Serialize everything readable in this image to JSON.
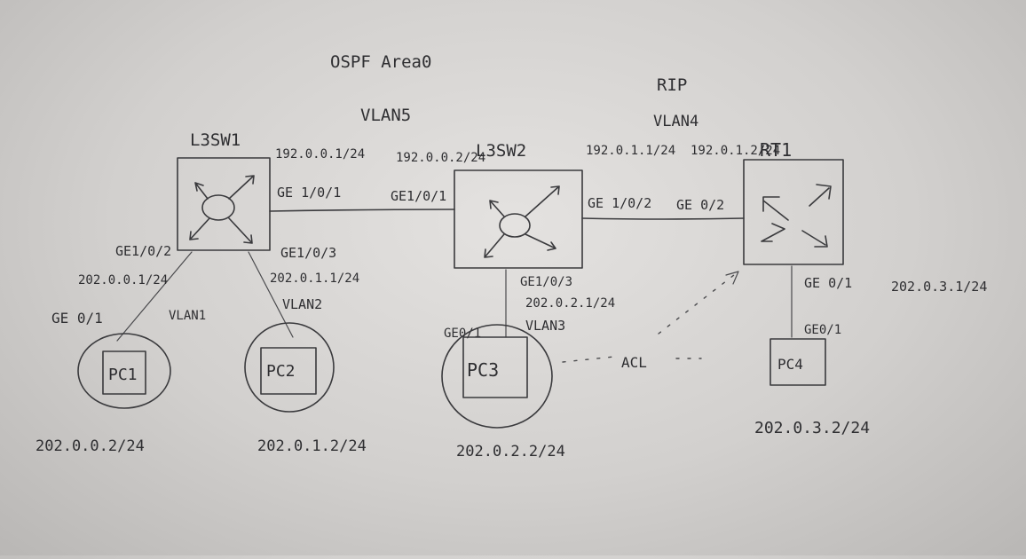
{
  "labels": {
    "ospf": "OSPF Area0",
    "rip": "RIP",
    "vlan5": "VLAN5",
    "vlan4": "VLAN4",
    "acl": "ACL"
  },
  "devices": {
    "l3sw1": "L3SW1",
    "l3sw2": "L3SW2",
    "rt1": "RT1",
    "pc1": "PC1",
    "pc2": "PC2",
    "pc3": "PC3",
    "pc4": "PC4"
  },
  "addresses": {
    "sw1_vlan5": "192.0.0.1/24",
    "sw2_vlan5": "192.0.0.2/24",
    "sw2_vlan4": "192.0.1.1/24",
    "rt1_vlan4": "192.0.1.2/24",
    "sw1_ge12": "202.0.0.1/24",
    "sw1_ge13": "202.0.1.1/24",
    "sw2_ge13": "202.0.2.1/24",
    "rt1_ge01": "202.0.3.1/24",
    "pc1": "202.0.0.2/24",
    "pc2": "202.0.1.2/24",
    "pc3": "202.0.2.2/24",
    "pc4": "202.0.3.2/24"
  },
  "ports": {
    "sw1_ge101": "GE 1/0/1",
    "sw1_ge102": "GE1/0/2",
    "sw1_ge103": "GE1/0/3",
    "sw2_ge101": "GE1/0/1",
    "sw2_ge102": "GE 1/0/2",
    "sw2_ge103": "GE1/0/3",
    "rt1_ge02": "GE 0/2",
    "rt1_ge01": "GE 0/1",
    "pc1_ge01": "GE 0/1",
    "pc3_ge01": "GE0/1",
    "pc4_ge01": "GE0/1"
  },
  "vlans": {
    "pc1": "VLAN1",
    "pc2": "VLAN2",
    "pc3": "VLAN3"
  }
}
